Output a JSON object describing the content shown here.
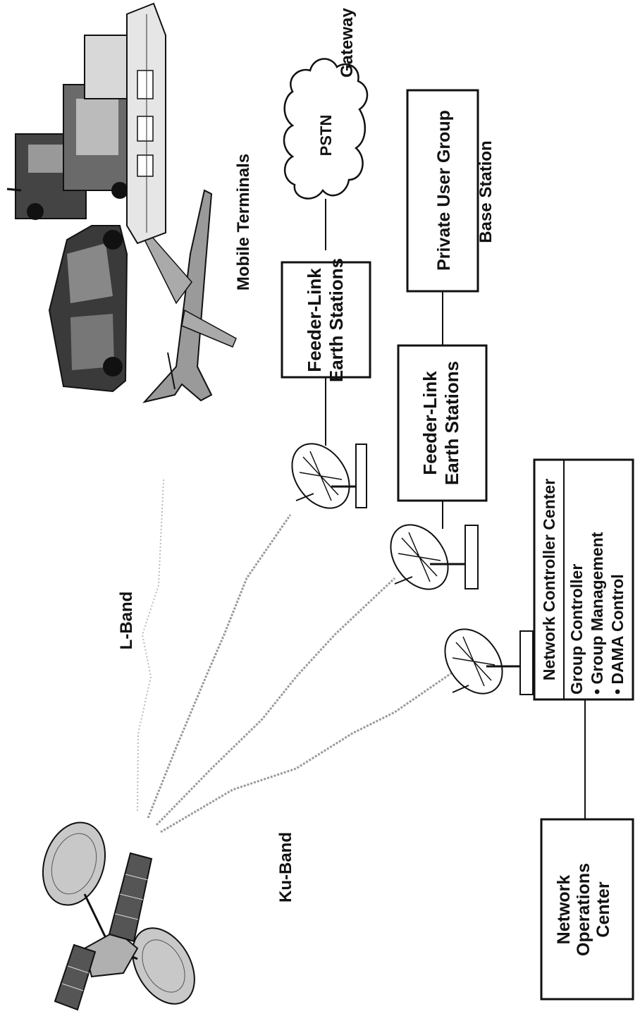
{
  "labels": {
    "gateway": "Gateway",
    "pstn": "PSTN",
    "mobile_terminals": "Mobile Terminals",
    "base_station": "Base Station",
    "l_band": "L-Band",
    "ku_band": "Ku-Band"
  },
  "boxes": {
    "feeder_link_1": [
      "Feeder-Link",
      "Earth Stations"
    ],
    "feeder_link_2": [
      "Feeder-Link",
      "Earth Stations"
    ],
    "private_user_group": "Private User Group",
    "ncc_title": "Network Controller Center",
    "ncc_body": [
      "Group Controller",
      "• Group Management",
      "• DAMA Control"
    ],
    "noc": [
      "Network",
      "Operations",
      "Center"
    ]
  },
  "icons": [
    "satellite-icon",
    "car-icon",
    "truck-icon",
    "ship-icon",
    "airplane-icon",
    "satellite-dish-icon",
    "cloud-icon"
  ]
}
